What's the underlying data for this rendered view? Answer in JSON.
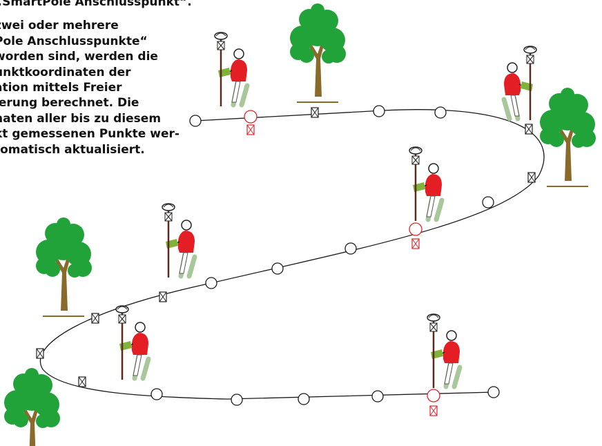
{
  "caption": {
    "heading": "„SmartPole Anschlusspunkt“.",
    "lines": [
      "zwei oder mehrere",
      "Pole Anschlusspunkte“",
      "worden sind, werden die",
      "unktkoordinaten der",
      "ation mittels Freier",
      "ierung berechnet. Die",
      "naten aller bis zu diesem",
      "kt gemessenen Punkte wer-",
      "tomatisch aktualisiert."
    ]
  },
  "colors": {
    "path": "#1a1a1a",
    "point": "#1a1a1a",
    "tie_point": "#e0262b",
    "tree_leaves": "#22a33a",
    "tree_trunk": "#8a6a2a",
    "person_shirt": "#e31e24",
    "person_legs": "#a8c79a",
    "controller": "#7fb33a",
    "pole": "#5a2a1e"
  },
  "icons": {
    "point": "circle-point-icon",
    "tie_point": "red-circle-tie-point-icon",
    "station": "crossed-box-station-icon",
    "tree": "tree-icon",
    "surveyor": "surveyor-with-gnss-pole-icon"
  }
}
